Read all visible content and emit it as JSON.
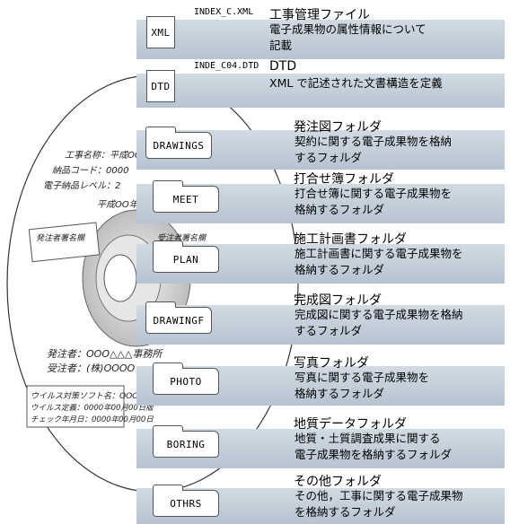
{
  "items": [
    {
      "tab": "XML",
      "file": "INDEX_C.XML",
      "title": "工事管理ファイル",
      "desc": [
        "電子成果物の属性情報について",
        "記載"
      ]
    },
    {
      "tab": "DTD",
      "file": "INDE_C04.DTD",
      "title": "DTD",
      "desc": [
        "XML で記述された文書構造を定義"
      ]
    },
    {
      "tab": "DRAWINGS",
      "title": "発注図フォルダ",
      "desc": [
        "契約に関する電子成果物を格納",
        "するフォルダ"
      ]
    },
    {
      "tab": "MEET",
      "title": "打合せ簿フォルダ",
      "desc": [
        "打合せ簿に関する電子成果物を",
        "格納するフォルダ"
      ]
    },
    {
      "tab": "PLAN",
      "title": "施工計画書フォルダ",
      "desc": [
        "施工計画書に関する電子成果物を",
        "格納するフォルダ"
      ]
    },
    {
      "tab": "DRAWINGF",
      "title": "完成図フォルダ",
      "desc": [
        "完成図に関する電子成果物を格納",
        "するフォルダ"
      ]
    },
    {
      "tab": "PHOTO",
      "title": "写真フォルダ",
      "desc": [
        "写真に関する電子成果物を",
        "格納するフォルダ"
      ]
    },
    {
      "tab": "BORING",
      "title": "地質データフォルダ",
      "desc": [
        "地質・土質調査成果に関する",
        "電子成果物を格納するフォルダ"
      ]
    },
    {
      "tab": "OTHRS",
      "title": "その他フォルダ",
      "desc": [
        "その他，工事に関する電子成果物",
        "を格納するフォルダ"
      ]
    }
  ],
  "disc": {
    "label_lines": [
      "工事名称：平成OO",
      "納品コード：0000",
      "電子納品レベル：2",
      "平成OO年OO"
    ],
    "left_box": "発注者署名欄",
    "right_box": "受注者署名欄",
    "issuer_lines": [
      "発注者：OOO△△△事務所",
      "受注者：(株)OOOO"
    ],
    "virus_lines": [
      "ウイルス対策ソフト名：OOOOO",
      "ウイルス定義：0000年00月00日版",
      "チェック年月日：0000年00月00日"
    ]
  }
}
